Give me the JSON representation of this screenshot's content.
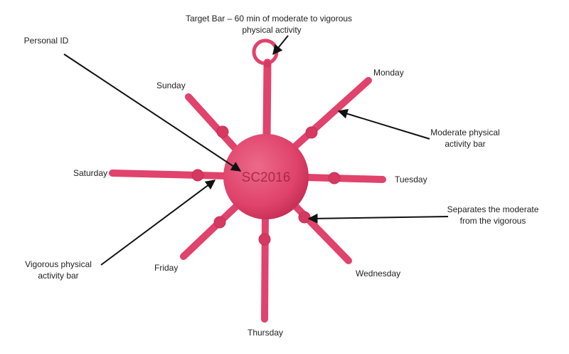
{
  "colors": {
    "model_body": "#e0436b",
    "model_shade": "#c62f57",
    "model_highlight": "#ec6a8a",
    "arrow": "#111111",
    "text": "#222222"
  },
  "center_label": "SC2016",
  "day_labels": {
    "monday": "Monday",
    "tuesday": "Tuesday",
    "wednesday": "Wednesday",
    "thursday": "Thursday",
    "friday": "Friday",
    "saturday": "Saturday",
    "sunday": "Sunday"
  },
  "annotations": {
    "target_bar": {
      "line1": "Target Bar – 60 min of moderate to vigorous",
      "line2": "physical activity"
    },
    "personal_id": {
      "line1": "Personal ID"
    },
    "moderate_bar": {
      "line1": "Moderate physical",
      "line2": "activity bar"
    },
    "separator": {
      "line1": "Separates the moderate",
      "line2": "from the vigorous"
    },
    "vigorous_bar": {
      "line1": "Vigorous physical",
      "line2": "activity bar"
    }
  }
}
